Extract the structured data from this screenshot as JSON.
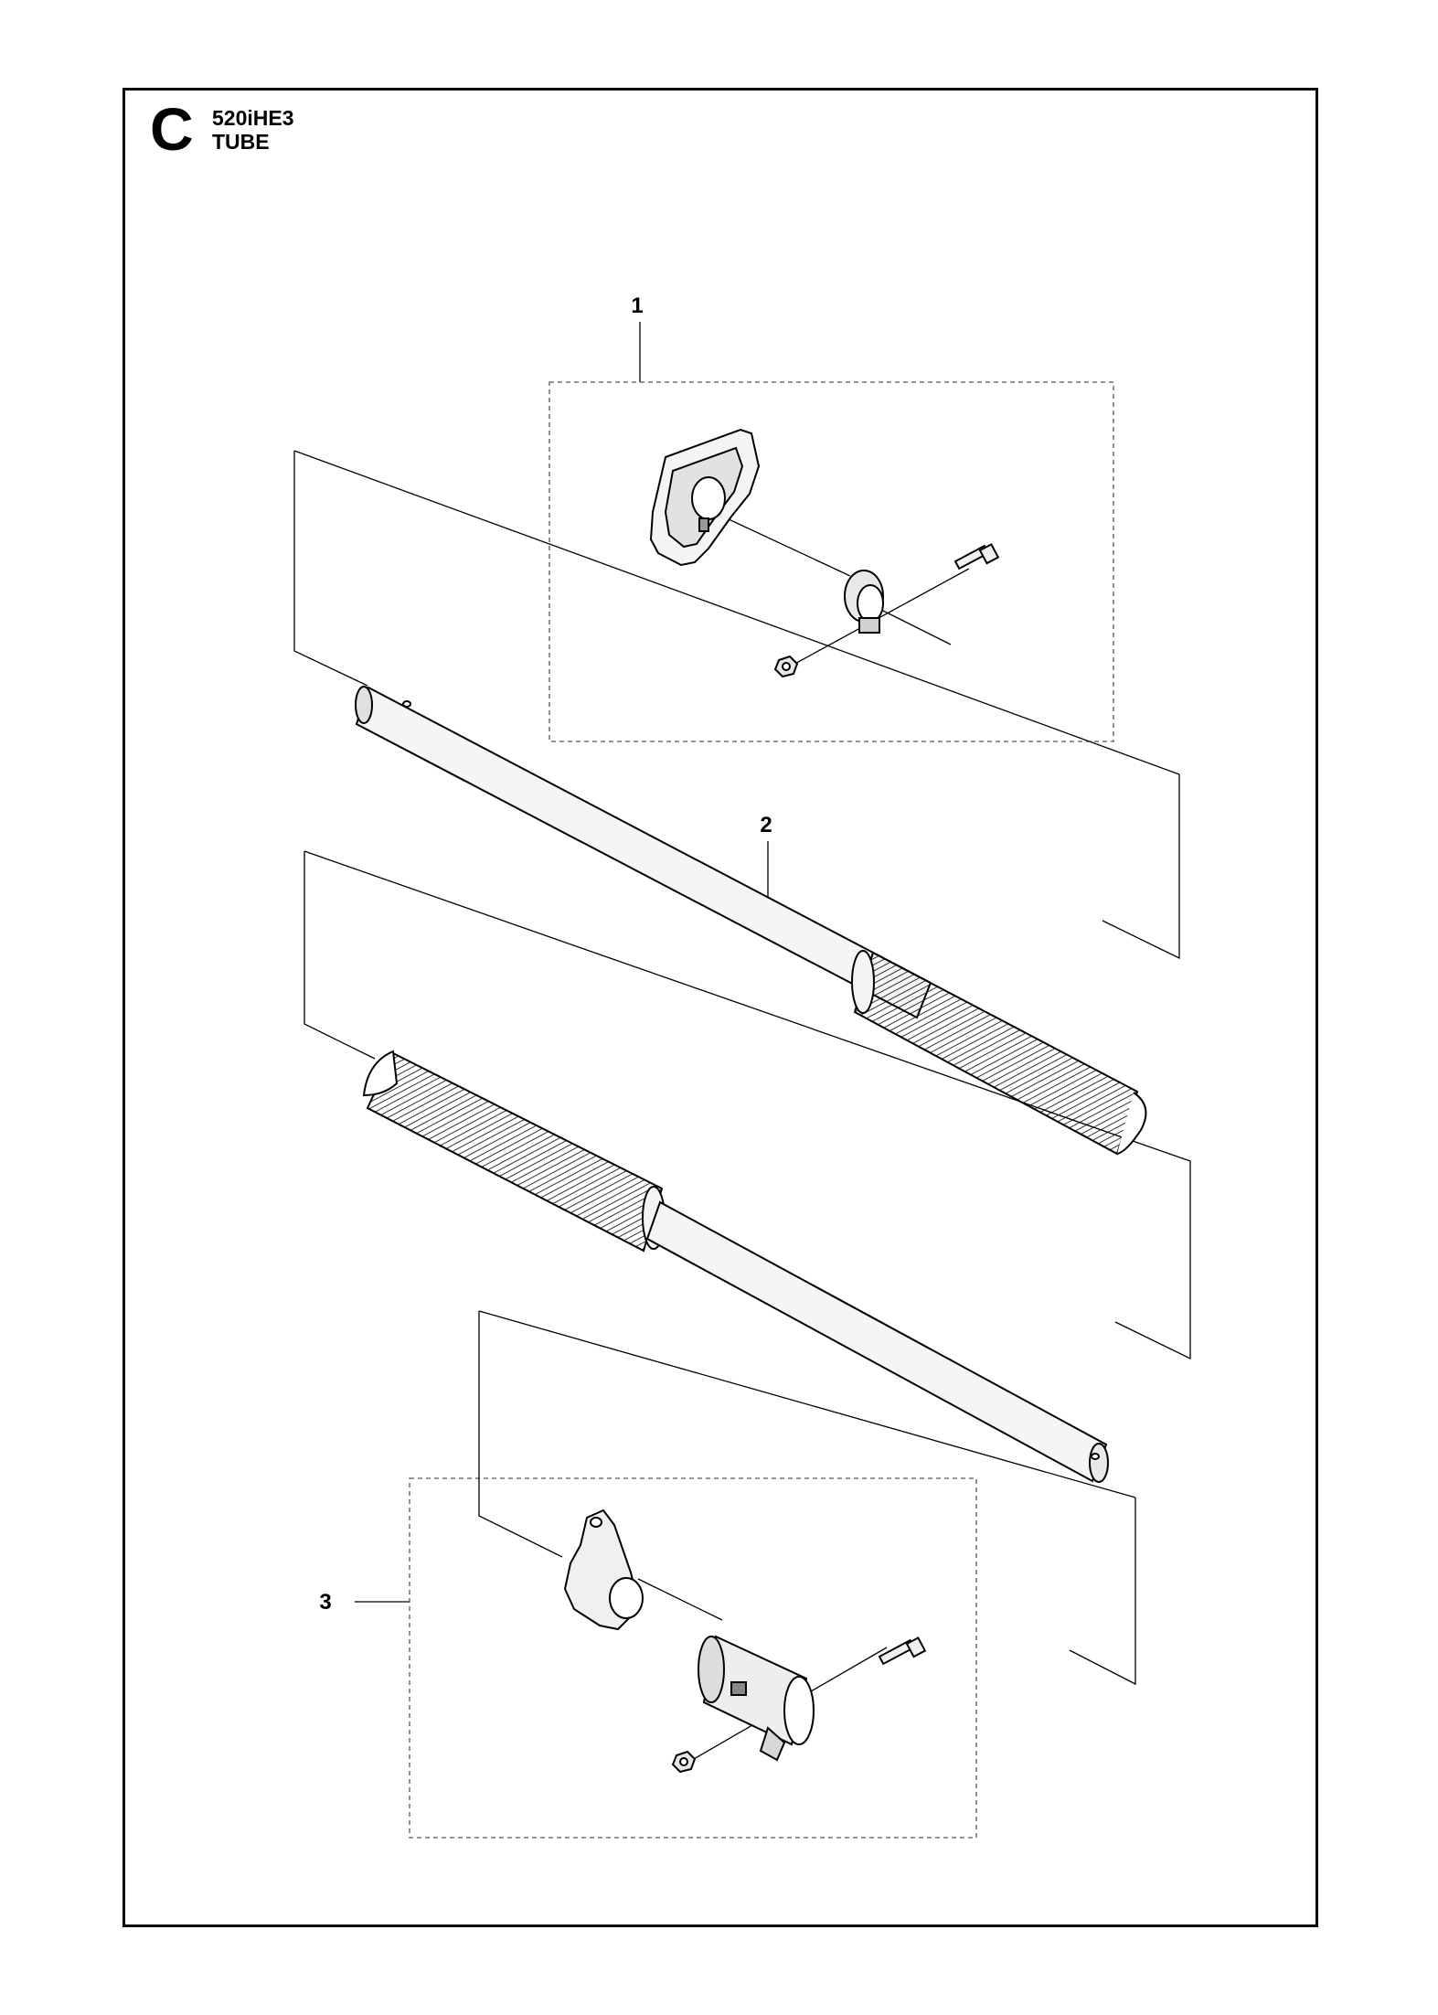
{
  "header": {
    "section_letter": "C",
    "model": "520iHE3",
    "title": "TUBE"
  },
  "callouts": [
    {
      "id": 1,
      "label": "1"
    },
    {
      "id": 2,
      "label": "2"
    },
    {
      "id": 3,
      "label": "3"
    }
  ]
}
